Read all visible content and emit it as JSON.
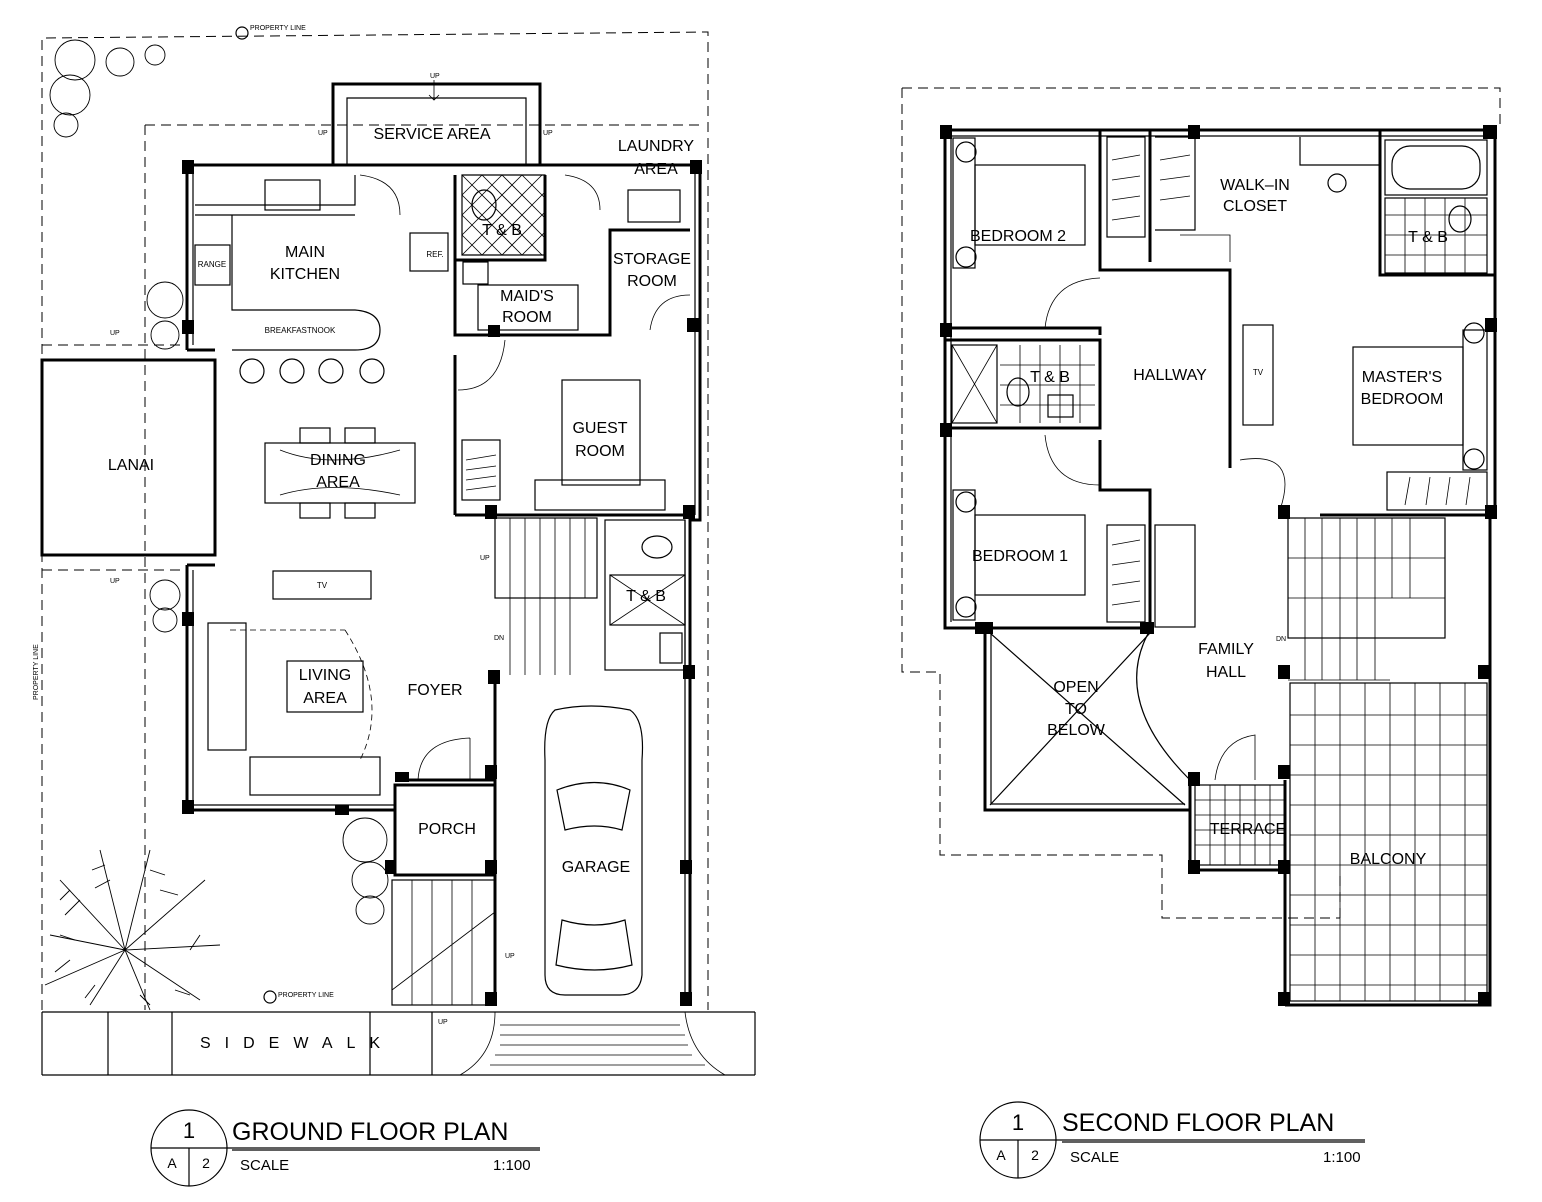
{
  "ground": {
    "title": "GROUND FLOOR PLAN",
    "sheet_number": "1",
    "sheet_ref_a": "A",
    "sheet_ref_b": "2",
    "scale_label": "SCALE",
    "scale_value": "1:100",
    "rooms": {
      "service": "SERVICE AREA",
      "laundry_1": "LAUNDRY",
      "laundry_2": "AREA",
      "kitchen_1": "MAIN",
      "kitchen_2": "KITCHEN",
      "tb": "T & B",
      "storage_1": "STORAGE",
      "storage_2": "ROOM",
      "maids_1": "MAID'S",
      "maids_2": "ROOM",
      "breakfast": "BREAKFASTNOOK",
      "lanai": "LANAI",
      "dining_1": "DINING",
      "dining_2": "AREA",
      "guest_1": "GUEST",
      "guest_2": "ROOM",
      "tb2": "T & B",
      "living_1": "LIVING",
      "living_2": "AREA",
      "foyer": "FOYER",
      "porch": "PORCH",
      "garage": "GARAGE",
      "sidewalk": "SIDEWALK"
    },
    "labels": {
      "property_line": "PROPERTY LINE",
      "up": "UP",
      "dn": "DN",
      "range": "RANGE",
      "ref": "REF.",
      "tv": "TV"
    }
  },
  "second": {
    "title": "SECOND FLOOR PLAN",
    "sheet_number": "1",
    "sheet_ref_a": "A",
    "sheet_ref_b": "2",
    "scale_label": "SCALE",
    "scale_value": "1:100",
    "rooms": {
      "bedroom2": "BEDROOM 2",
      "walkin_1": "WALK–IN",
      "walkin_2": "CLOSET",
      "tb_master": "T & B",
      "hallway": "HALLWAY",
      "tb": "T & B",
      "masters_1": "MASTER'S",
      "masters_2": "BEDROOM",
      "bedroom1": "BEDROOM 1",
      "family_1": "FAMILY",
      "family_2": "HALL",
      "open_1": "OPEN",
      "open_2": "TO",
      "open_3": "BELOW",
      "terrace": "TERRACE",
      "balcony": "BALCONY"
    },
    "labels": {
      "tv": "TV",
      "dn": "DN"
    }
  }
}
